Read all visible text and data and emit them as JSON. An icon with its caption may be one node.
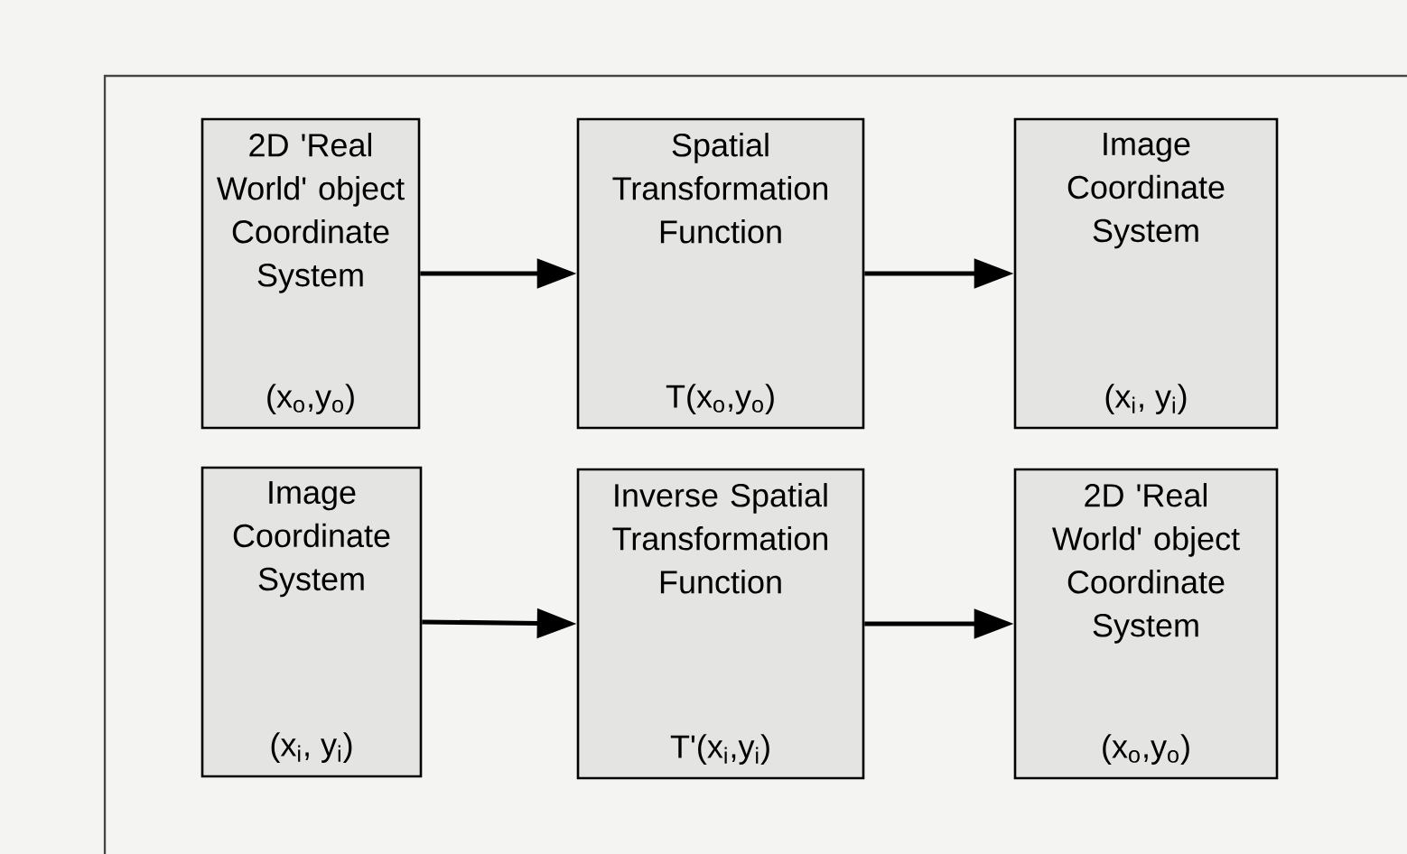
{
  "diagram": {
    "nodes": [
      {
        "text": [
          "2D 'Real World' object Coordinate System",
          "(x$_{o}$,y$_{o}$)"
        ]
      },
      {
        "text": [
          "Spatial Transformation Function",
          "T(x$_{o}$,y$_{o}$)"
        ]
      },
      {
        "text": [
          "Image Coordinate System",
          "(x$_{i}$, y$_{i}$)"
        ]
      },
      {
        "text": [
          "Image Coordinate System",
          "(x$_{i}$, y$_{i}$)"
        ]
      },
      {
        "text": [
          "Inverse Spatial Transformation Function",
          "T'(x$_{i}$,y$_{i}$)"
        ]
      },
      {
        "text": [
          "2D 'Real World' object Coordinate System",
          "(x$_{o}$,y$_{o}$)"
        ]
      }
    ],
    "edges": [
      {
        "from": 0,
        "to": 1,
        "arrow": "to"
      },
      {
        "from": 1,
        "to": 2,
        "arrow": "to"
      },
      {
        "from": 3,
        "to": 4,
        "arrow": "to"
      },
      {
        "from": 4,
        "to": 5,
        "arrow": "to"
      }
    ]
  }
}
